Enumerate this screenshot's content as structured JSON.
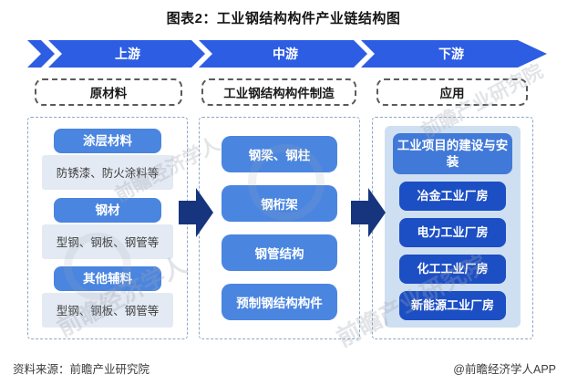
{
  "title": "图表2：工业钢结构构件产业链结构图",
  "banner": {
    "segments": [
      "上游",
      "中游",
      "下游"
    ]
  },
  "columns": [
    {
      "header": "原材料",
      "groups": [
        {
          "label": "涂层材料",
          "detail": "防锈漆、防火涂料等"
        },
        {
          "label": "钢材",
          "detail": "型钢、钢板、钢管等"
        },
        {
          "label": "其他辅料",
          "detail": "型钢、钢板、钢管等"
        }
      ]
    },
    {
      "header": "工业钢结构构件制造",
      "items": [
        "钢梁、钢柱",
        "钢桁架",
        "钢管结构",
        "预制钢结构构件"
      ]
    },
    {
      "header": "应用",
      "panel_title": "工业项目的建设与安装",
      "items": [
        "冶金工业厂房",
        "电力工业厂房",
        "化工工业厂房",
        "新能源工业厂房"
      ]
    }
  ],
  "footer": {
    "source": "资料来源：前瞻产业研究院",
    "credit": "@前瞻经济学人APP"
  },
  "watermarks": {
    "brand_app": "前瞻经济学人",
    "brand_institute": "前瞻产业研究院"
  },
  "colors": {
    "banner_blue": "#2d5de2",
    "box_blue": "#4a85e0",
    "panel_header_blue": "#4179d8",
    "app_item_blue": "#1c4ec4",
    "arrow_navy": "#16357e",
    "panel_bg": "#cfdff2",
    "subbox_bg": "#e4eaf3"
  }
}
